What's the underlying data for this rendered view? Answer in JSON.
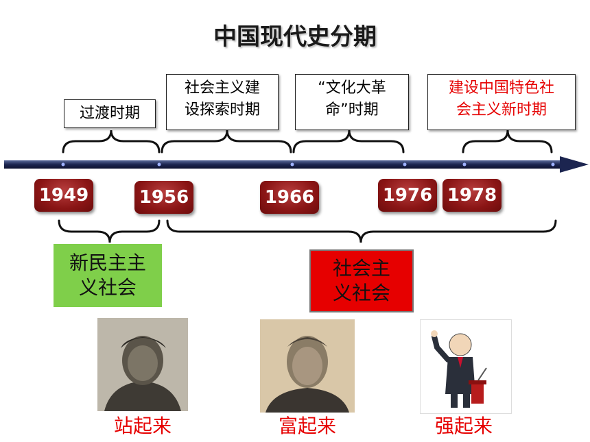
{
  "title": "中国现代史分期",
  "periods": [
    {
      "line1": "过渡时期",
      "line2": ""
    },
    {
      "line1": "社会主义建",
      "line2": "设探索时期"
    },
    {
      "line1": "“文化大革",
      "line2": "命”时期"
    },
    {
      "line1": "建设中国特色社",
      "line2": "会主义新时期"
    }
  ],
  "years": [
    "1949",
    "1956",
    "1966",
    "1976",
    "1978"
  ],
  "societies": [
    {
      "line1": "新民主主",
      "line2": "义社会"
    },
    {
      "line1": "社会主",
      "line2": "义社会"
    }
  ],
  "slogans": [
    "站起来",
    "富起来",
    "强起来"
  ],
  "colors": {
    "new_period_text": "#e60000",
    "new_democracy_bg": "#7fcf4a",
    "socialism_bg": "#e60000"
  }
}
